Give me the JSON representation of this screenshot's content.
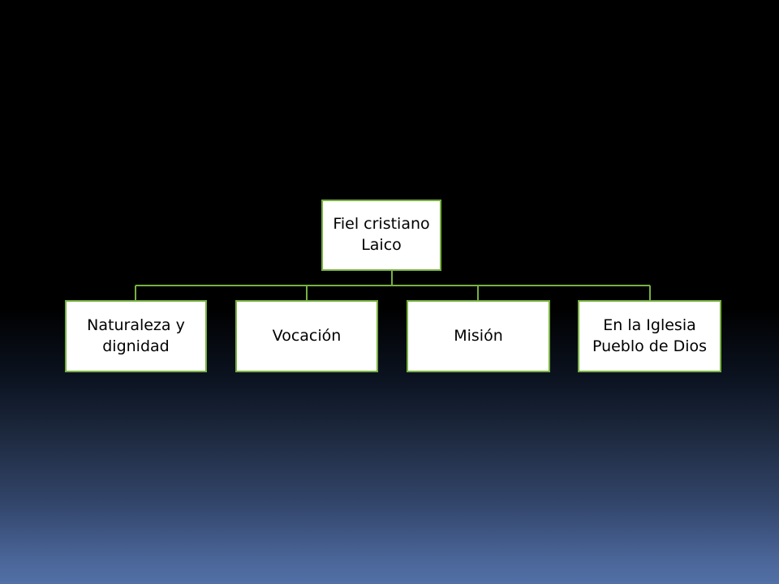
{
  "diagram": {
    "root": {
      "label": "Fiel cristiano\nLaico"
    },
    "children": [
      {
        "label": "Naturaleza y\ndignidad"
      },
      {
        "label": "Vocación"
      },
      {
        "label": "Misión"
      },
      {
        "label": "En la Iglesia\nPueblo de Dios"
      }
    ]
  },
  "colors": {
    "node_fill": "#ffffff",
    "node_border": "#77b140",
    "connector": "#77b140",
    "text": "#000000"
  }
}
